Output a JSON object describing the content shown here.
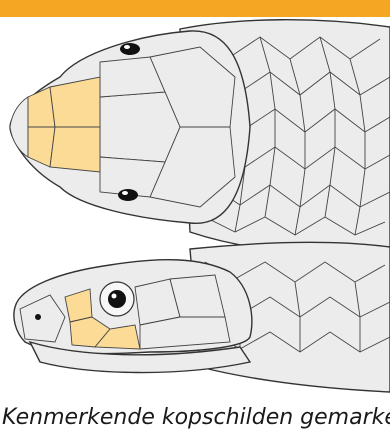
{
  "caption": "Kenmerkende kopschilden gemarkeerd",
  "colors": {
    "top_bar": "#f5a623",
    "highlight": "#fbdb96",
    "scale_fill": "#ececec",
    "outline": "#333333"
  },
  "figure": {
    "views": [
      "dorsal-view",
      "lateral-view"
    ],
    "highlighted_scales": {
      "dorsal_view": [
        "internasal-scale",
        "prefrontal-scale"
      ],
      "lateral_view": [
        "loreal-scale",
        "preocular-scale",
        "supralabial-scale"
      ]
    }
  }
}
